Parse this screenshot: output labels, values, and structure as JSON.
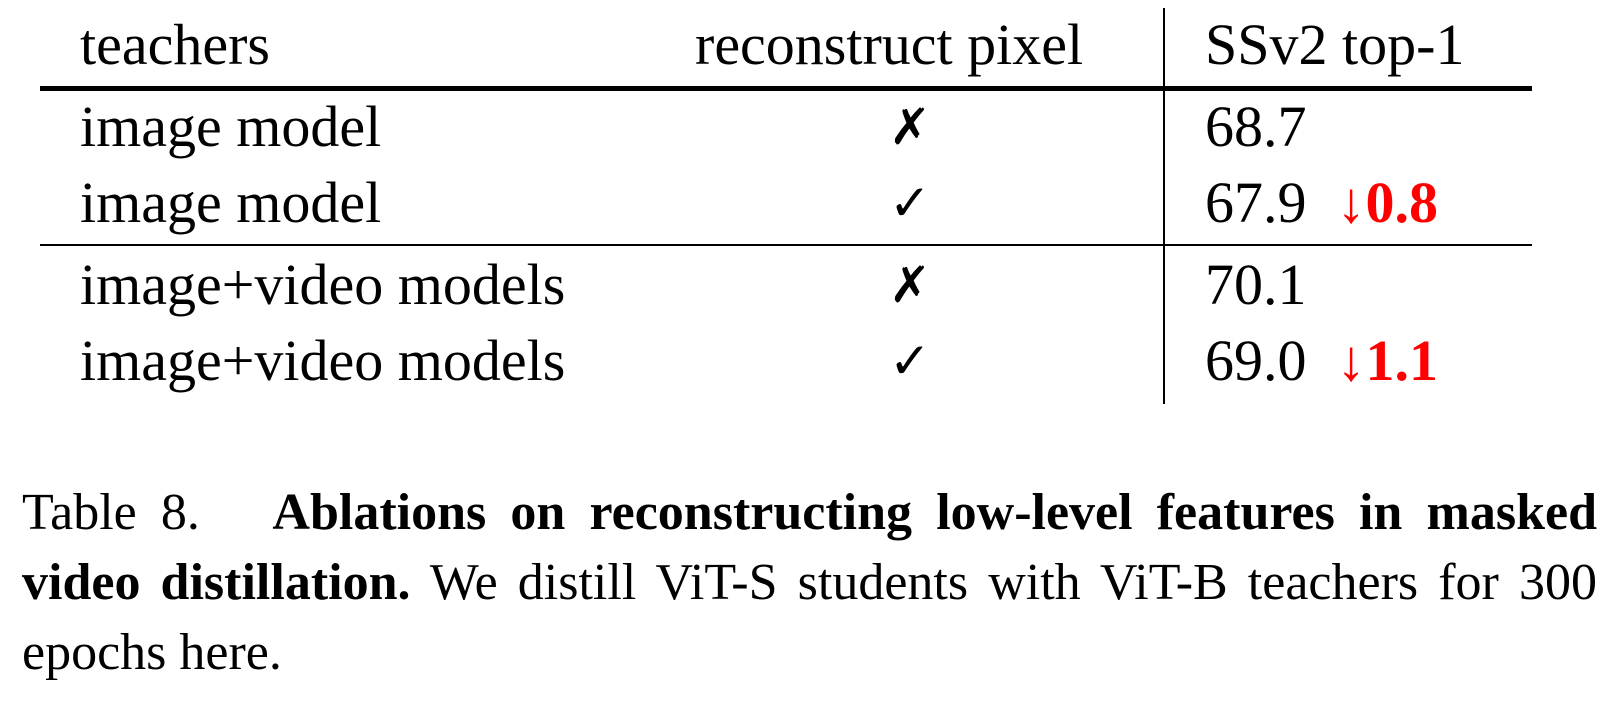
{
  "table": {
    "headers": {
      "teachers": "teachers",
      "reconstruct_pixel": "reconstruct pixel",
      "score": "SSv2 top-1"
    },
    "rows": [
      {
        "teacher": "image model",
        "reconstruct": "✗",
        "score": "68.7",
        "delta_arrow": "",
        "delta_value": ""
      },
      {
        "teacher": "image model",
        "reconstruct": "✓",
        "score": "67.9",
        "delta_arrow": "↓",
        "delta_value": "0.8"
      },
      {
        "teacher": "image+video models",
        "reconstruct": "✗",
        "score": "70.1",
        "delta_arrow": "",
        "delta_value": ""
      },
      {
        "teacher": "image+video models",
        "reconstruct": "✓",
        "score": "69.0",
        "delta_arrow": "↓",
        "delta_value": "1.1"
      }
    ]
  },
  "caption": {
    "label": "Table 8.",
    "bold": "Ablations on reconstructing low-level features in masked video distillation.",
    "text": "We distill ViT-S students with ViT-B teachers for 300 epochs here."
  },
  "colors": {
    "delta": "#ff0000"
  }
}
